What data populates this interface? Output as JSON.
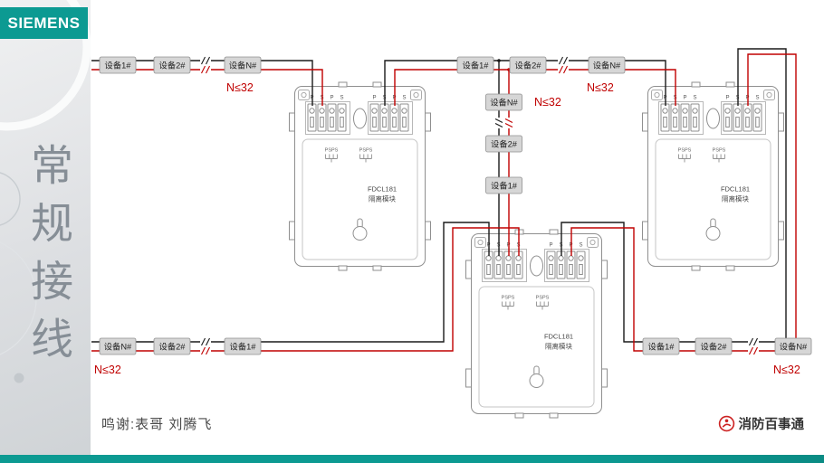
{
  "slide": {
    "logo_text": "SIEMENS",
    "title_vertical": "常规接线",
    "credits": "鸣谢:表哥  刘腾飞",
    "footer_brand": "消防百事通"
  },
  "diagram": {
    "n_limit": "N≤32",
    "devices": {
      "d1": "设备1#",
      "d2": "设备2#",
      "dn": "设备N#"
    },
    "module": {
      "model": "FDCL181",
      "name": "隔离模块",
      "terminals": [
        "P",
        "S",
        "P",
        "S"
      ],
      "port_label": "PSPS"
    },
    "wire_colors": {
      "line_black": "#1a1a1a",
      "line_red": "#c00000"
    }
  }
}
